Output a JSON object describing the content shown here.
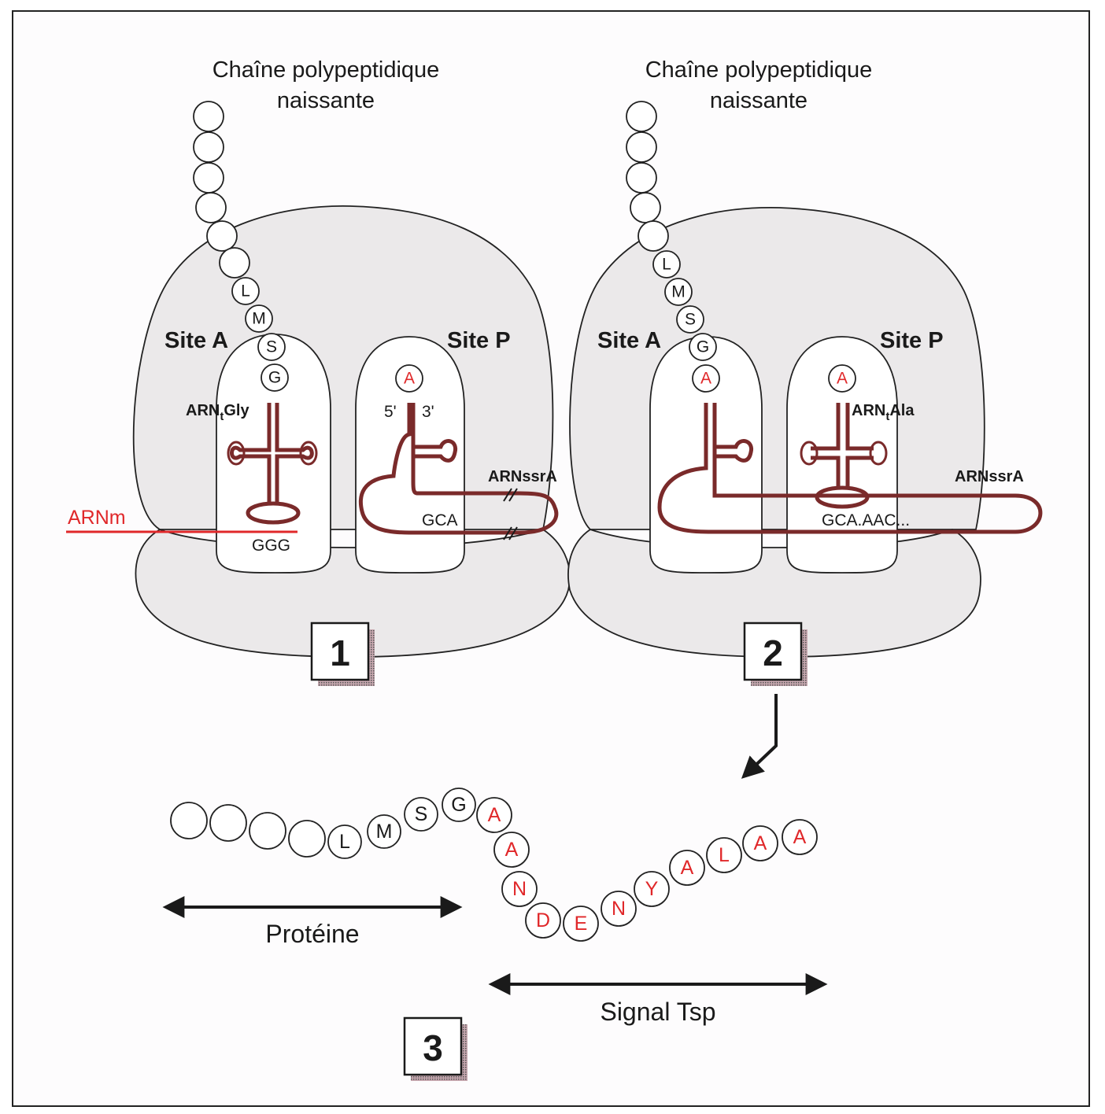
{
  "diagram": {
    "panel1": {
      "title_line1": "Chaîne polypeptidique",
      "title_line2": "naissante",
      "site_a_label": "Site A",
      "site_p_label": "Site P",
      "trna_a_label": "ARNtGly",
      "trna_a_label_main": "ARN",
      "trna_a_label_sub": "t",
      "trna_a_label_tail": "Gly",
      "codon_a": "GGG",
      "mrna_label": "ARNm",
      "site_p_residue": "A",
      "five_prime": "5'",
      "three_prime": "3'",
      "codon_p": "GCA",
      "ssra_label": "ARNssrA",
      "chain_residues": [
        "",
        "",
        "",
        "",
        "",
        "",
        "L",
        "M",
        "S",
        "G"
      ],
      "number": "1"
    },
    "panel2": {
      "title_line1": "Chaîne polypeptidique",
      "title_line2": "naissante",
      "site_a_label": "Site A",
      "site_p_label": "Site P",
      "trna_p_label_main": "ARN",
      "trna_p_label_sub": "t",
      "trna_p_label_tail": "Ala",
      "site_p_residue": "A",
      "codon_p": "GCA.AAC...",
      "ssra_label": "ARNssrA",
      "chain_residues": [
        "",
        "",
        "",
        "",
        "",
        "L",
        "M",
        "S",
        "G",
        "A"
      ],
      "number": "2"
    },
    "panel3": {
      "protein_residues": [
        "",
        "",
        "",
        "",
        "L",
        "M",
        "S",
        "G"
      ],
      "tag_residues": [
        "A",
        "A",
        "N",
        "D",
        "E",
        "N",
        "Y",
        "A",
        "L",
        "A",
        "A"
      ],
      "protein_label": "Protéine",
      "signal_label": "Signal Tsp",
      "number": "3"
    },
    "colors": {
      "tag_red": "#e0282a",
      "rna_brown": "#7a2a2a",
      "ribosome_gray": "#ebe9ea"
    }
  }
}
